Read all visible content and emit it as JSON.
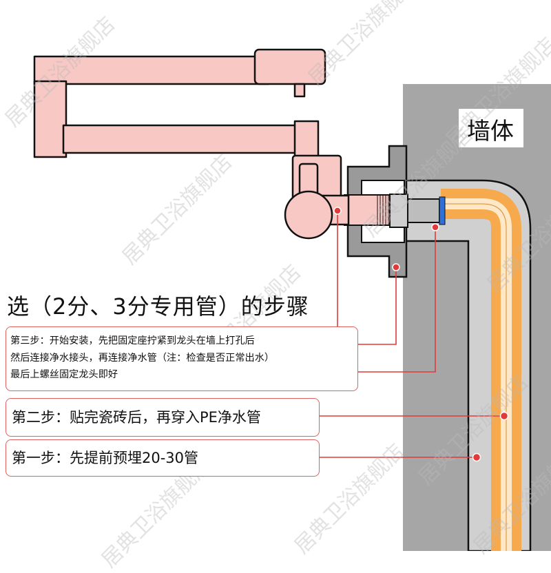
{
  "watermark": "居典卫浴旗舰店",
  "title": "选（2分、3分专用管）的步骤",
  "wall_label": "墙体",
  "steps": {
    "step3": {
      "line1": "第三步：开始安装，先把固定座拧紧到龙头在墙上打孔后",
      "line2": "然后连接净水接头，再连接净水管（注：检查是否正常出水）",
      "line3": "最后上螺丝固定龙头即好"
    },
    "step2": "第二步：贴完瓷砖后，再穿入PE净水管",
    "step1": "第一步：先提前预埋20-30管"
  },
  "colors": {
    "faucet": "#f7c8c4",
    "wall": "#a6a6a6",
    "pipe": "#f7a94d",
    "pipe_core": "#ffe8c8",
    "fitting": "#bfbfbf",
    "leader": "#e03a3a"
  }
}
